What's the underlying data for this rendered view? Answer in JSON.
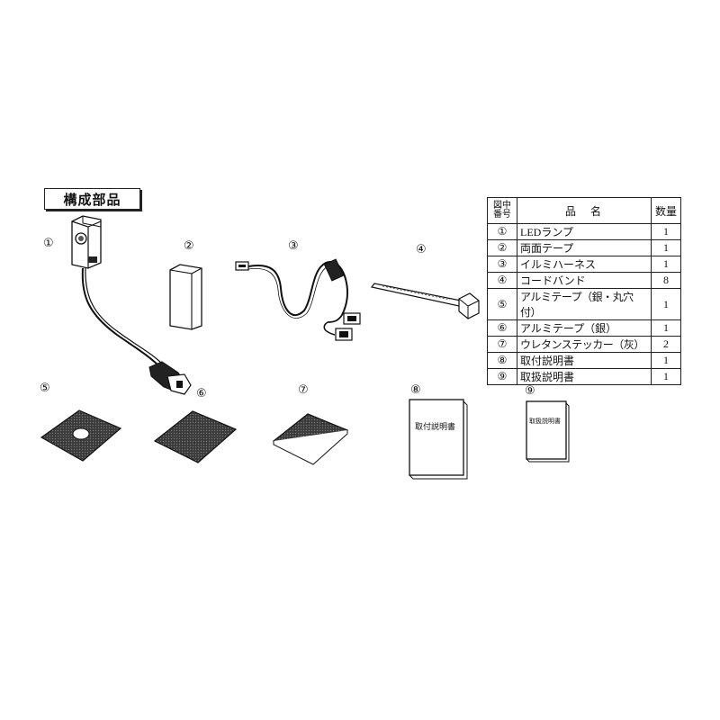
{
  "title": "構成部品",
  "item_numbers": [
    "①",
    "②",
    "③",
    "④",
    "⑤",
    "⑥",
    "⑦",
    "⑧",
    "⑨"
  ],
  "doc_labels": {
    "install_manual": "取付説明書",
    "handling_manual": "取扱説明書"
  },
  "table": {
    "header": {
      "number": "図中\n番号",
      "name": "品　名",
      "qty": "数量"
    },
    "rows": [
      {
        "no": "①",
        "name": "LEDランプ",
        "qty": "1"
      },
      {
        "no": "②",
        "name": "両面テープ",
        "qty": "1"
      },
      {
        "no": "③",
        "name": "イルミハーネス",
        "qty": "1"
      },
      {
        "no": "④",
        "name": "コードバンド",
        "qty": "8"
      },
      {
        "no": "⑤",
        "name": "アルミテープ（銀・丸穴付）",
        "qty": "1"
      },
      {
        "no": "⑥",
        "name": "アルミテープ（銀）",
        "qty": "1"
      },
      {
        "no": "⑦",
        "name": "ウレタンステッカー（灰）",
        "qty": "2"
      },
      {
        "no": "⑧",
        "name": "取付説明書",
        "qty": "1"
      },
      {
        "no": "⑨",
        "name": "取扱説明書",
        "qty": "1"
      }
    ]
  }
}
